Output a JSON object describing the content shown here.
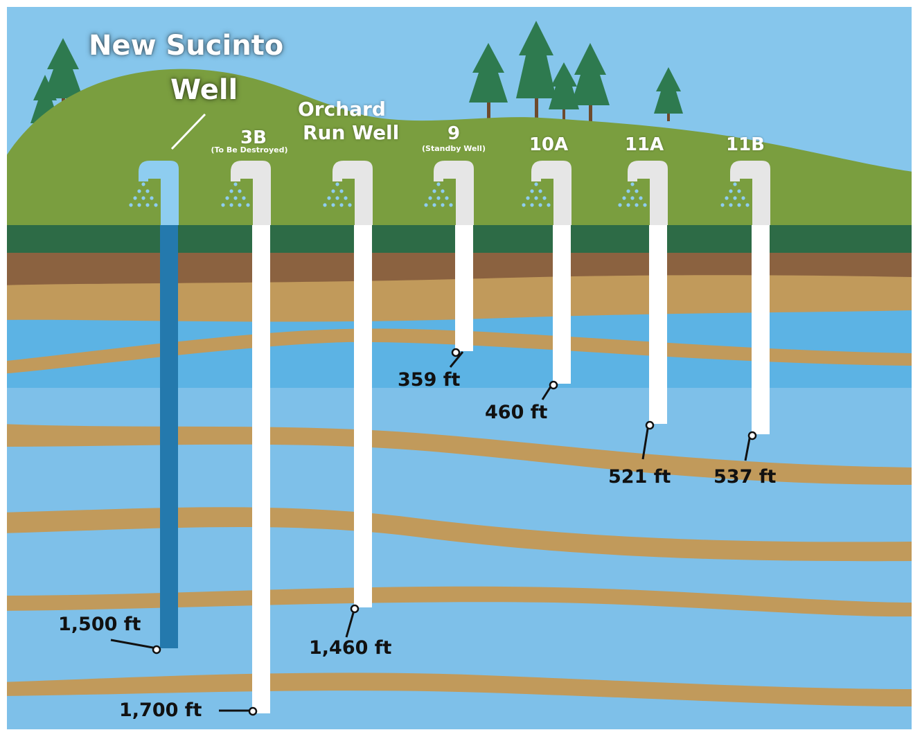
{
  "title": {
    "line1": "New Sucinto",
    "line2": "Well"
  },
  "wells": [
    {
      "id": "new-sucinto",
      "name": "",
      "note": "",
      "depth_ft": 1500,
      "depth_label": "1,500 ft",
      "status": "new"
    },
    {
      "id": "3b",
      "name": "3B",
      "note": "(To Be Destroyed)",
      "depth_ft": 1700,
      "depth_label": "1,700 ft",
      "status": "existing"
    },
    {
      "id": "orchard-run",
      "name": "",
      "note": "",
      "depth_ft": 1460,
      "depth_label": "1,460 ft",
      "status": "existing"
    },
    {
      "id": "9",
      "name": "9",
      "note": "(Standby Well)",
      "depth_ft": 359,
      "depth_label": "359 ft",
      "status": "existing"
    },
    {
      "id": "10a",
      "name": "10A",
      "note": "",
      "depth_ft": 460,
      "depth_label": "460 ft",
      "status": "existing"
    },
    {
      "id": "11a",
      "name": "11A",
      "note": "",
      "depth_ft": 521,
      "depth_label": "521 ft",
      "status": "existing"
    },
    {
      "id": "11b",
      "name": "11B",
      "note": "",
      "depth_ft": 537,
      "depth_label": "537 ft",
      "status": "existing"
    }
  ],
  "orchard_label": {
    "line1": "Orchard",
    "line2": "Run Well"
  },
  "colors": {
    "sky": "#86c6ec",
    "hill": "#7a9e3f",
    "topsoil": "#2d6b46",
    "soil_dark": "#8b6240",
    "soil_tan": "#c19a5b",
    "water": "#7ec0e9",
    "new_well": "#2479ad",
    "new_well_head": "#8ecdf0",
    "pipe": "#ffffff",
    "pipe_head": "#e6e6e6",
    "tree": "#2e7a4f",
    "trunk": "#6e4a2c",
    "text_dark": "#111111"
  }
}
